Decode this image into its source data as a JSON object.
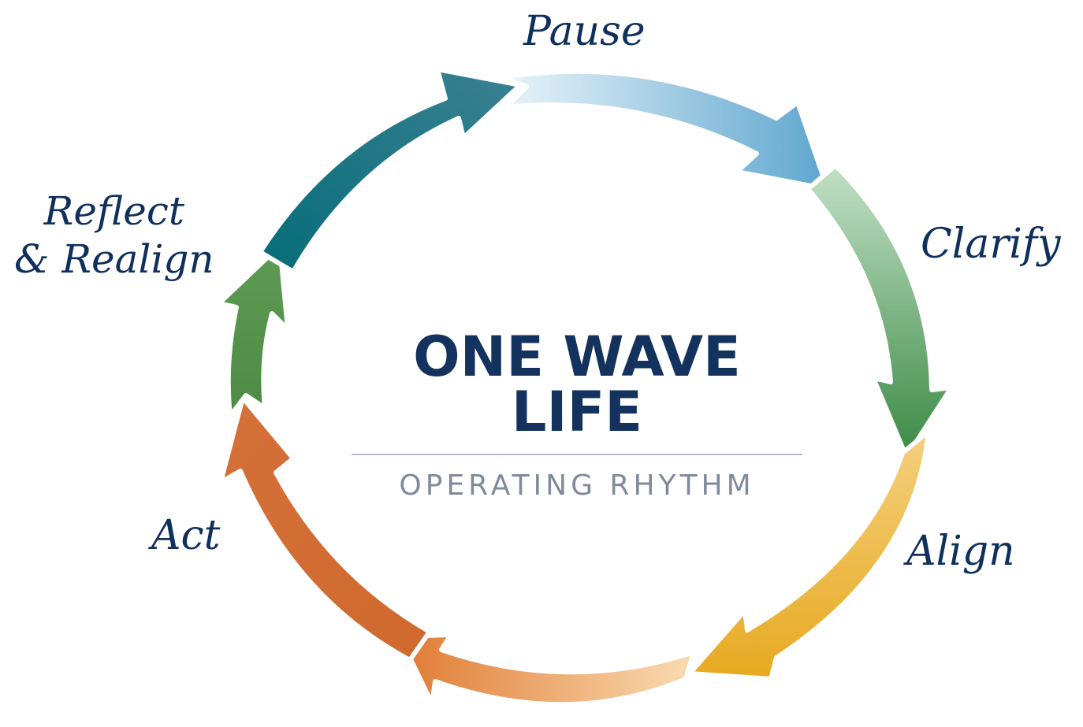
{
  "diagram": {
    "title": "ONE WAVE LIFE",
    "subtitle": "OPERATING RHYTHM",
    "steps": [
      {
        "label": "Pause",
        "color_start": "#e6f2f8",
        "color_end": "#5fa7cf"
      },
      {
        "label": "Clarify",
        "color_start": "#b9dbbf",
        "color_end": "#3d8b47"
      },
      {
        "label": "Align",
        "color_start": "#f4cf7a",
        "color_end": "#e8a923"
      },
      {
        "label": "Act",
        "color_start": "#f8d6a8",
        "color_end": "#e07a36"
      },
      {
        "label": "Reflect & Realign",
        "color_start": "#3e8a4c",
        "color_end": "#5d9e52"
      }
    ],
    "teal_color_start": "#0b6e7a",
    "teal_color_end": "#367f92",
    "act_second_color": "#d26d30",
    "text_color": "#0f2f5c"
  }
}
